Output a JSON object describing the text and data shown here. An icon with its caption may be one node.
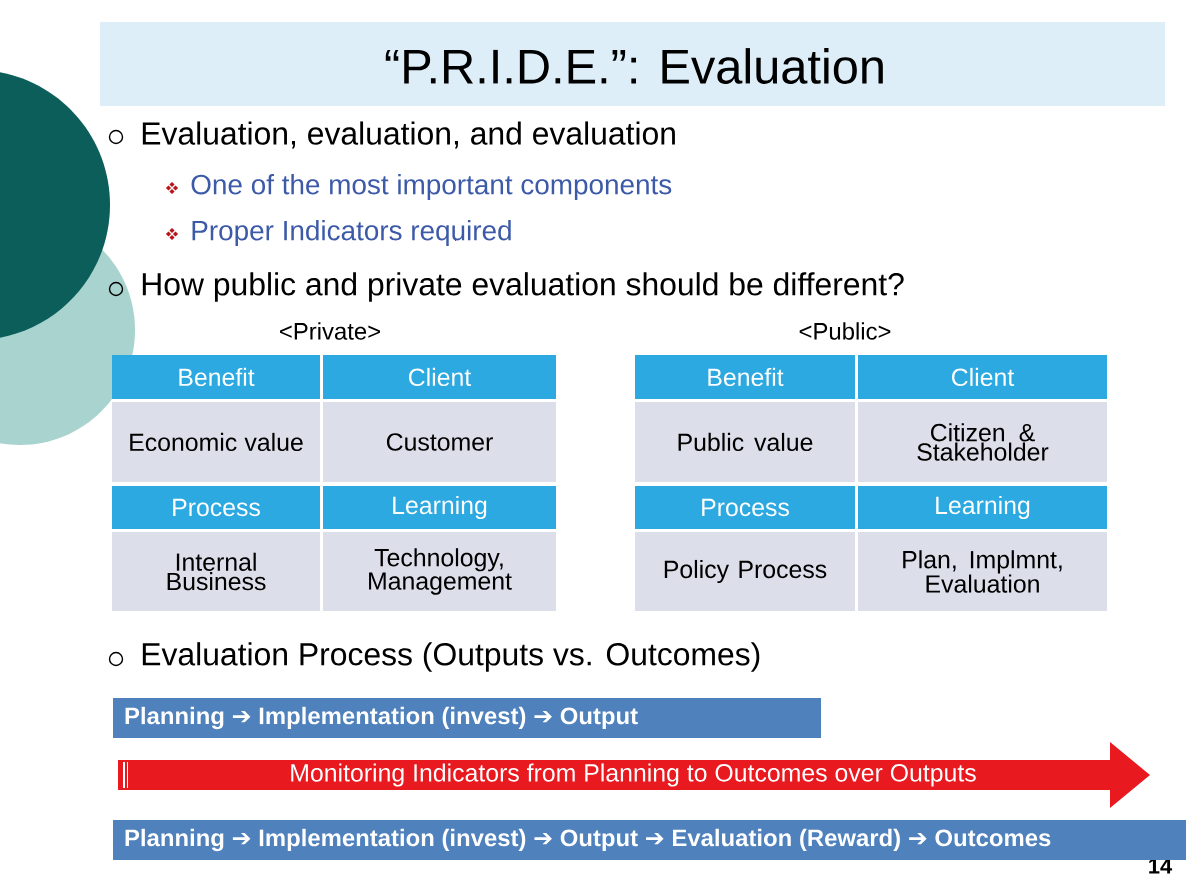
{
  "diagram": {
    "title": "“P.R.I.D.E.”: Evaluation",
    "nodes": [
      {
        "text": [
          "Planning ➔ Implementation (invest) ➔ Output"
        ]
      },
      {
        "text": [
          "Monitoring Indicators from Planning to Outcomes over Outputs"
        ]
      },
      {
        "text": [
          "Planning ➔ Implementation (invest) ➔ Output ➔ Evaluation (Reward) ➔ Outcomes"
        ]
      }
    ],
    "labels": [
      "Evaluation, evaluation, and evaluation",
      "One of the most important components",
      "Proper Indicators required",
      "How public and private evaluation should be different?",
      "<Private>",
      "<Public>",
      "Benefit",
      "Client",
      "Economic value",
      "Customer",
      "Process",
      "Learning",
      "Internal Business",
      "Technology, Management",
      "Benefit",
      "Client",
      "Public value",
      "Citizen & Stakeholder",
      "Process",
      "Learning",
      "Policy Process",
      "Plan, Implmnt, Evaluation",
      "Evaluation Process (Outputs vs. Outcomes)",
      "14"
    ]
  }
}
